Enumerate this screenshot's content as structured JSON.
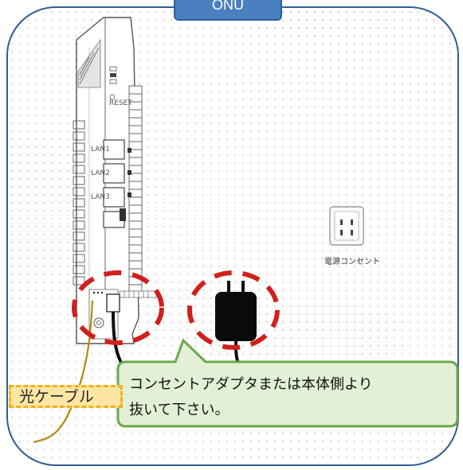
{
  "title": "ONU",
  "device": {
    "port_labels": [
      "LAN1",
      "LAN2",
      "LAN3"
    ],
    "reset_label": "RESET"
  },
  "outlet": {
    "label": "電源コンセント"
  },
  "cable_label": "光ケーブル",
  "callout": {
    "line1": "コンセントアダプタまたは本体側より",
    "line2": "抜いて下さい。"
  },
  "colors": {
    "frame_border": "#2e5d93",
    "tab_fill": "#4a7fc0",
    "dash_circle": "#d0201c",
    "callout_fill": "#e3f0d6",
    "callout_border": "#6aa84f",
    "cable_label_fill": "#fde6a4",
    "cable_label_border": "#f0b21c",
    "fiber_cable": "#b58a12"
  }
}
